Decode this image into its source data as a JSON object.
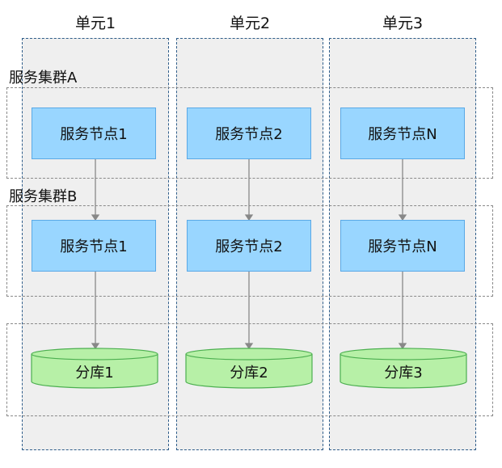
{
  "units": [
    {
      "title": "单元1",
      "nodeA": "服务节点1",
      "nodeB": "服务节点1",
      "db": "分库1"
    },
    {
      "title": "单元2",
      "nodeA": "服务节点2",
      "nodeB": "服务节点2",
      "db": "分库2"
    },
    {
      "title": "单元3",
      "nodeA": "服务节点N",
      "nodeB": "服务节点N",
      "db": "分库3"
    }
  ],
  "clusters": {
    "a": "服务集群A",
    "b": "服务集群B"
  },
  "colors": {
    "node_fill": "#99d6ff",
    "node_border": "#5aa9e6",
    "db_fill": "#b7f0a7",
    "db_border": "#4caf50",
    "unit_bg": "#efefef",
    "unit_border": "#2f5d8a",
    "arrow": "#888888"
  }
}
